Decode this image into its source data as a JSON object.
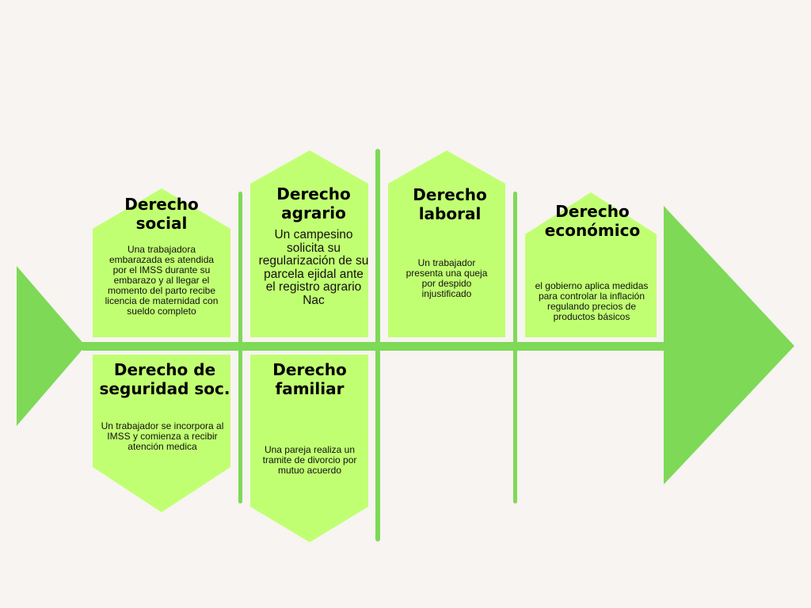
{
  "colors": {
    "background": "#f7f4f1",
    "arrow": "#7ed957",
    "card": "#c1ff72",
    "text": "#000000"
  },
  "categories": [
    {
      "id": "social",
      "title": "Derecho social",
      "description": "Una trabajadora embarazada es atendida por el IMSS durante su embarazo y al llegar el momento del parto recibe licencia de maternidad con sueldo completo"
    },
    {
      "id": "agrario",
      "title": "Derecho agrario",
      "description": "Un campesino solicita su regularización de su parcela ejidal ante el registro agrario Nac"
    },
    {
      "id": "laboral",
      "title": "Derecho laboral",
      "description": "Un trabajador presenta una queja por despido injustificado"
    },
    {
      "id": "economico",
      "title": "Derecho económico",
      "description": "el gobierno  aplica medidas para controlar la inflación regulando precios de productos básicos"
    },
    {
      "id": "seguridad",
      "title": "Derecho de seguridad soc.",
      "description": "Un trabajador se incorpora al IMSS y comienza a recibir atención medica"
    },
    {
      "id": "familiar",
      "title": "Derecho familiar",
      "description": "Una pareja realiza un tramite de divorcio por mutuo acuerdo"
    }
  ]
}
